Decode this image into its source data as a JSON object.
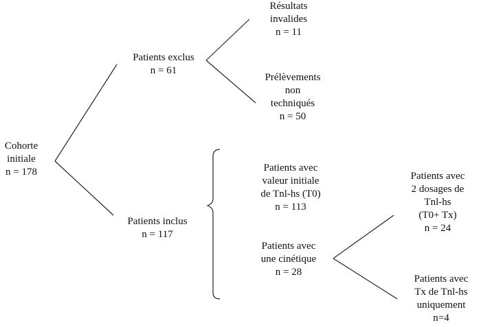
{
  "nodes": {
    "cohorte": [
      "Cohorte",
      "initiale",
      "n = 178"
    ],
    "exclus": [
      "Patients exclus",
      "n = 61"
    ],
    "invalides": [
      "Résultats",
      "invalides",
      "n = 11"
    ],
    "non_techniques": [
      "Prélèvements",
      "non",
      "techniqués",
      "n = 50"
    ],
    "inclus": [
      "Patients inclus",
      "n = 117"
    ],
    "valeur_initiale": [
      "Patients avec",
      "valeur initiale",
      "de Tnl-hs (T0)",
      "n = 113"
    ],
    "cinetique": [
      "Patients avec",
      "une cinétique",
      "n = 28"
    ],
    "deux_dosages": [
      "Patients avec",
      "2 dosages de",
      "Tnl-hs",
      "(T0+ Tx)",
      "n = 24"
    ],
    "tx_uniquement": [
      "Patients avec",
      "Tx de Tnl-hs",
      "uniquement",
      "n=4"
    ]
  },
  "colors": {
    "line": "#222222",
    "text": "#111111"
  }
}
